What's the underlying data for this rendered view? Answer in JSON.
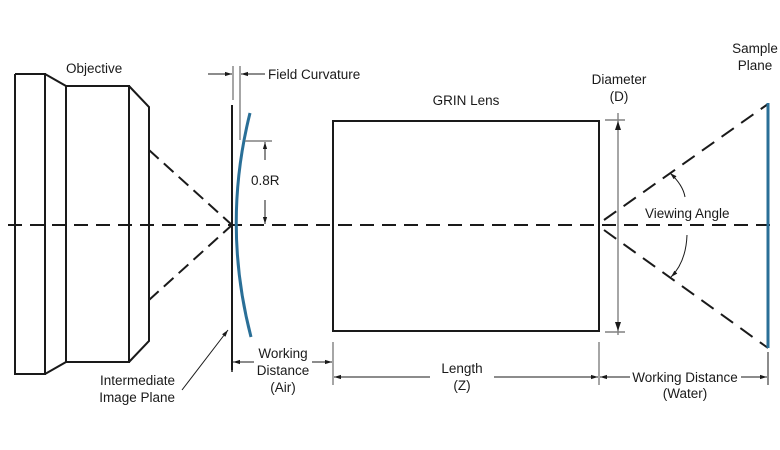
{
  "diagram": {
    "title": "GRIN Lens Imaging Setup",
    "colors": {
      "line": "#1a1a1a",
      "dimension": "#808080",
      "accent_blue": "#2a6f97",
      "background": "#ffffff"
    },
    "labels": {
      "objective": "Objective",
      "field_curvature": "Field Curvature",
      "radius_fraction": "0.8R",
      "grin_lens": "GRIN Lens",
      "diameter_line1": "Diameter",
      "diameter_line2": "(D)",
      "sample_plane_line1": "Sample",
      "sample_plane_line2": "Plane",
      "viewing_angle": "Viewing Angle",
      "intermediate_line1": "Intermediate",
      "intermediate_line2": "Image Plane",
      "wd_air_line1": "Working",
      "wd_air_line2": "Distance",
      "wd_air_line3": "(Air)",
      "length_line1": "Length",
      "length_line2": "(Z)",
      "wd_water_line1": "Working Distance",
      "wd_water_line2": "(Water)"
    }
  }
}
